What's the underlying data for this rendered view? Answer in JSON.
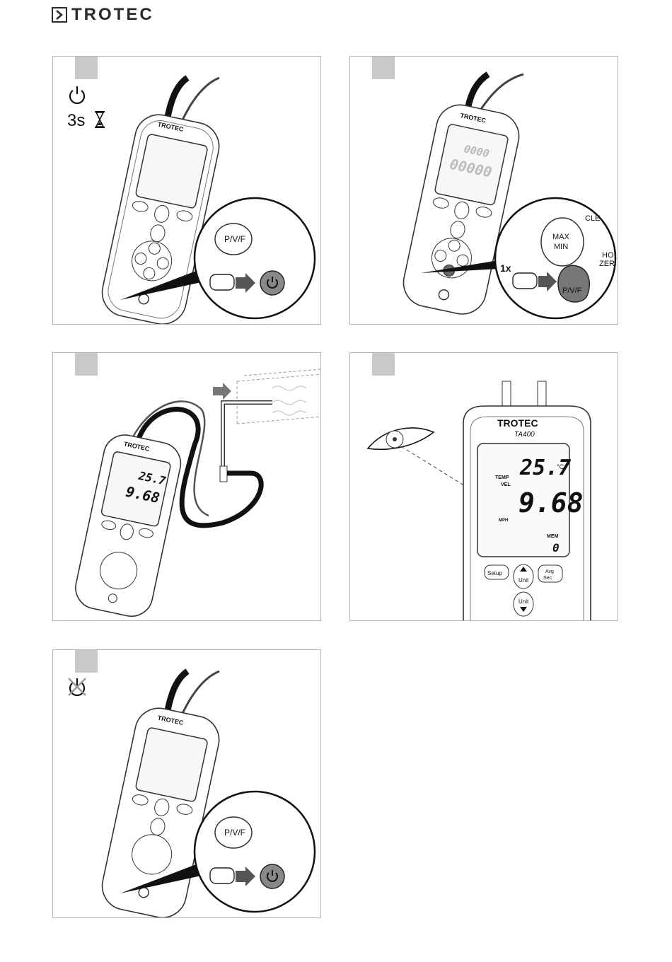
{
  "brand": {
    "name": "TROTEC",
    "model": "TA400"
  },
  "panels": [
    {
      "id": "panel-1",
      "hold_time": "3s",
      "button_label": "P/V/F",
      "icons": [
        "power-icon",
        "hourglass-icon",
        "power-button-icon"
      ]
    },
    {
      "id": "panel-2",
      "press_count": "1x",
      "zoom_labels": {
        "maxmin": "MAX\nMIN",
        "button": "P/V/F",
        "clear": "CLE",
        "hold": "HO\nZER"
      },
      "display_digits": [
        "0000",
        "00000"
      ]
    },
    {
      "id": "panel-3",
      "display": {
        "temp": "25.7",
        "vel": "9.68"
      }
    },
    {
      "id": "panel-4",
      "display": {
        "temp_value": "25.7",
        "temp_unit": "°C",
        "temp_label": "TEMP",
        "vel_label": "VEL",
        "vel_value": "9.68",
        "vel_unit": "MPH",
        "mem_label": "MEM",
        "mem_value": "0"
      },
      "buttons": {
        "setup": "Setup",
        "unit_up": "Unit",
        "avg": "Avg",
        "avg_sec": "Sec",
        "unit_down": "Unit"
      }
    },
    {
      "id": "panel-5",
      "button_label": "P/V/F",
      "icons": [
        "power-off-icon",
        "power-button-icon"
      ]
    }
  ]
}
